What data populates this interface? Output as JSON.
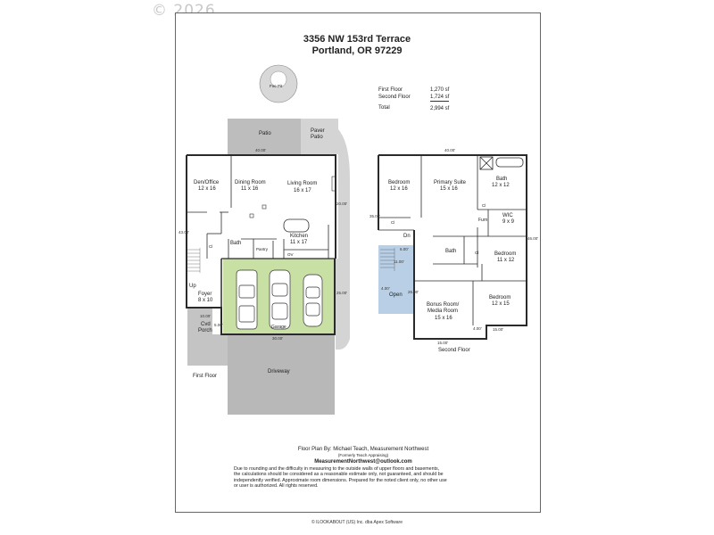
{
  "watermark": "© 2026",
  "address": {
    "line1": "3356 NW 153rd Terrace",
    "line2": "Portland, OR 97229"
  },
  "area_summary": {
    "rows": [
      {
        "label": "First Floor",
        "value": "1,270 sf"
      },
      {
        "label": "Second Floor",
        "value": "1,724 sf"
      },
      {
        "label": "Total",
        "value": "2,994 sf"
      }
    ]
  },
  "first_floor": {
    "caption": "First Floor",
    "rooms": {
      "fire_pit": "Fire Pit",
      "patio": "Patio",
      "paver_patio_1": "Paver",
      "paver_patio_2": "Patio",
      "den_1": "Den/Office",
      "den_2": "12 x 16",
      "dining_1": "Dining Room",
      "dining_2": "11 x 16",
      "living_1": "Living Room",
      "living_2": "16 x 17",
      "kitchen_1": "Kitchen",
      "kitchen_2": "11 x 17",
      "bath": "Bath",
      "pantry": "Pantry",
      "ov": "OV",
      "cl": "Cl",
      "up": "Up",
      "foyer_1": "Foyer",
      "foyer_2": "8 x 10",
      "porch_1": "Cvd",
      "porch_2": "Porch",
      "garage": "Garage",
      "driveway": "Driveway"
    },
    "dims": {
      "top": "40.00'",
      "left": "43.00'",
      "right": "20.00'",
      "garage_right": "25.00'",
      "porch_w": "10.00'",
      "porch_h": "5.00'",
      "garage_w": "30.00'"
    }
  },
  "second_floor": {
    "caption": "Second Floor",
    "rooms": {
      "bed1_1": "Bedroom",
      "bed1_2": "12 x 16",
      "primary_1": "Primary Suite",
      "primary_2": "15 x 16",
      "bath1_1": "Bath",
      "bath1_2": "12 x 12",
      "wic_1": "WIC",
      "wic_2": "9 x 9",
      "furn": "Furn",
      "cl1": "Cl",
      "cl2": "Cl",
      "cl3": "Cl",
      "dn": "Dn",
      "bath2": "Bath",
      "bed2_1": "Bedroom",
      "bed2_2": "11 x 12",
      "open": "Open",
      "bonus_1": "Bonus Room/",
      "bonus_2": "Media Room",
      "bonus_3": "15 x 16",
      "bed3_1": "Bedroom",
      "bed3_2": "12 x 15"
    },
    "dims": {
      "top": "40.00'",
      "left": "35.00'",
      "right": "46.00'",
      "open_w": "6.00'",
      "open_w2": "4.00'",
      "open_h": "26.00'",
      "open_h2": "11.00'",
      "bottom1": "15.00'",
      "bottom2": "15.00'",
      "notch": "4.00'"
    }
  },
  "credit": {
    "line1": "Floor Plan By: Michael Teach, Measurement Northwest",
    "line2": "(Formerly Teach Appraising)",
    "email": "MeasurementNorthwest@outlook.com",
    "disclaimer": [
      "Due to rounding and the difficulty in measuring to the outside walls of upper floors and basements,",
      "the calculations should be considered as a reasonable estimate only, not guaranteed, and should be",
      "independently verified. Approximate room dimensions. Prepared for the noted client only, no other use",
      "or user is authorized. All rights reserved."
    ]
  },
  "bottom_copyright": "© ILOOKABOUT (US) Inc. dba Apex Software",
  "colors": {
    "wall": "#2a2a2a",
    "patio": "#bdbdbd",
    "driveway": "#b8b8b8",
    "garage": "#c9e0a4",
    "open": "#b8cfe6"
  }
}
